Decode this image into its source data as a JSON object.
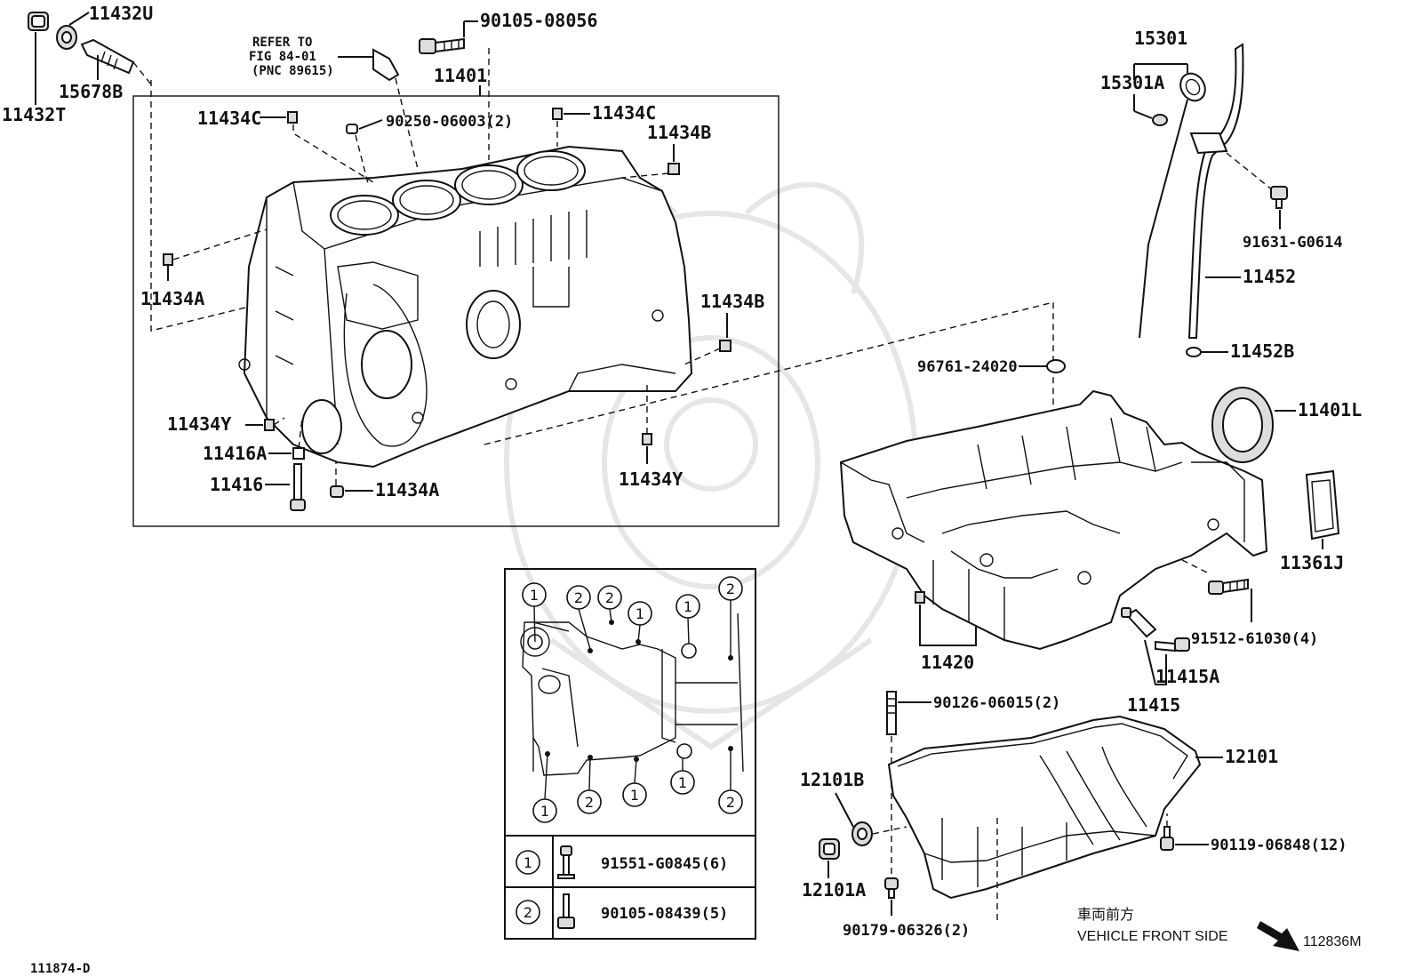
{
  "diagram_code": "111874-D",
  "figure_code": "112836M",
  "reference_note": {
    "line1": "REFER TO",
    "line2": "FIG 84-01",
    "line3": "(PNC 89615)"
  },
  "orientation": {
    "japanese": "車両前方",
    "english": "VEHICLE FRONT SIDE"
  },
  "part_labels": {
    "p11432U": "11432U",
    "p11432T": "11432T",
    "p15678B": "15678B",
    "p90105_08056": "90105-08056",
    "p11401": "11401",
    "p11434C_left": "11434C",
    "p90250_06003": "90250-06003(2)",
    "p11434C_right": "11434C",
    "p11434B_top": "11434B",
    "p11434A_left": "11434A",
    "p11434B_mid": "11434B",
    "p11434Y_left": "11434Y",
    "p11416A": "11416A",
    "p11416": "11416",
    "p11434A_bottom": "11434A",
    "p11434Y_bottom": "11434Y",
    "p15301": "15301",
    "p15301A": "15301A",
    "p91631_G0614": "91631-G0614",
    "p11452": "11452",
    "p11452B": "11452B",
    "p96761_24020": "96761-24020",
    "p11401L": "11401L",
    "p11361J": "11361J",
    "p91512_61030": "91512-61030(4)",
    "p11420": "11420",
    "p11415A": "11415A",
    "p11415": "11415",
    "p90126_06015": "90126-06015(2)",
    "p12101": "12101",
    "p12101B": "12101B",
    "p12101A": "12101A",
    "p90119_06848": "90119-06848(12)",
    "p90179_06326": "90179-06326(2)"
  },
  "bolt_legend": [
    {
      "marker": "1",
      "part": "91551-G0845(6)"
    },
    {
      "marker": "2",
      "part": "90105-08439(5)"
    }
  ],
  "inset_markers": {
    "top": [
      "1",
      "2",
      "2",
      "1",
      "1",
      "2"
    ],
    "bottom": [
      "1",
      "2",
      "1",
      "1",
      "2"
    ]
  }
}
